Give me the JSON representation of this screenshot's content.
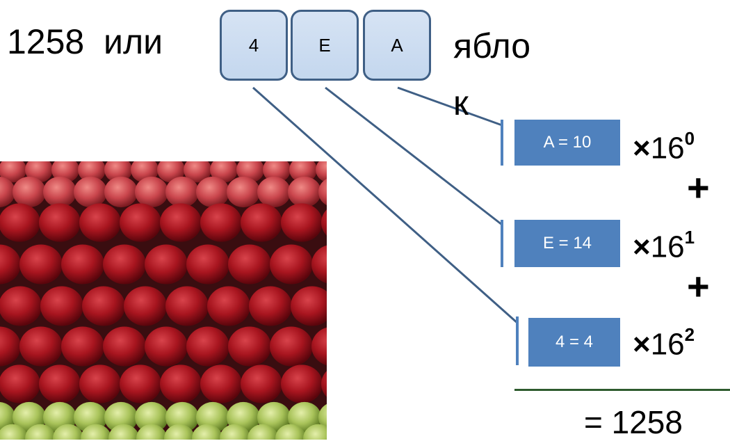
{
  "heading": {
    "number_prefix": "1258  или",
    "word_part1": "ябло",
    "word_part2": "к"
  },
  "digits": [
    "4",
    "E",
    "A"
  ],
  "terms": [
    {
      "label": "A = 10",
      "base": "16",
      "exponent": "0"
    },
    {
      "label": "E = 14",
      "base": "16",
      "exponent": "1"
    },
    {
      "label": "4 = 4",
      "base": "16",
      "exponent": "2"
    }
  ],
  "times_sign": "×",
  "plus_sign": "+",
  "result": "= 1258",
  "colors": {
    "digit_box_fill": "#c6d9f1",
    "digit_box_border": "#3f5f85",
    "term_box_fill": "#4f81bd",
    "connector_line": "#3f5f85",
    "result_rule": "#2e5b2e"
  },
  "image": {
    "subject": "apples"
  }
}
